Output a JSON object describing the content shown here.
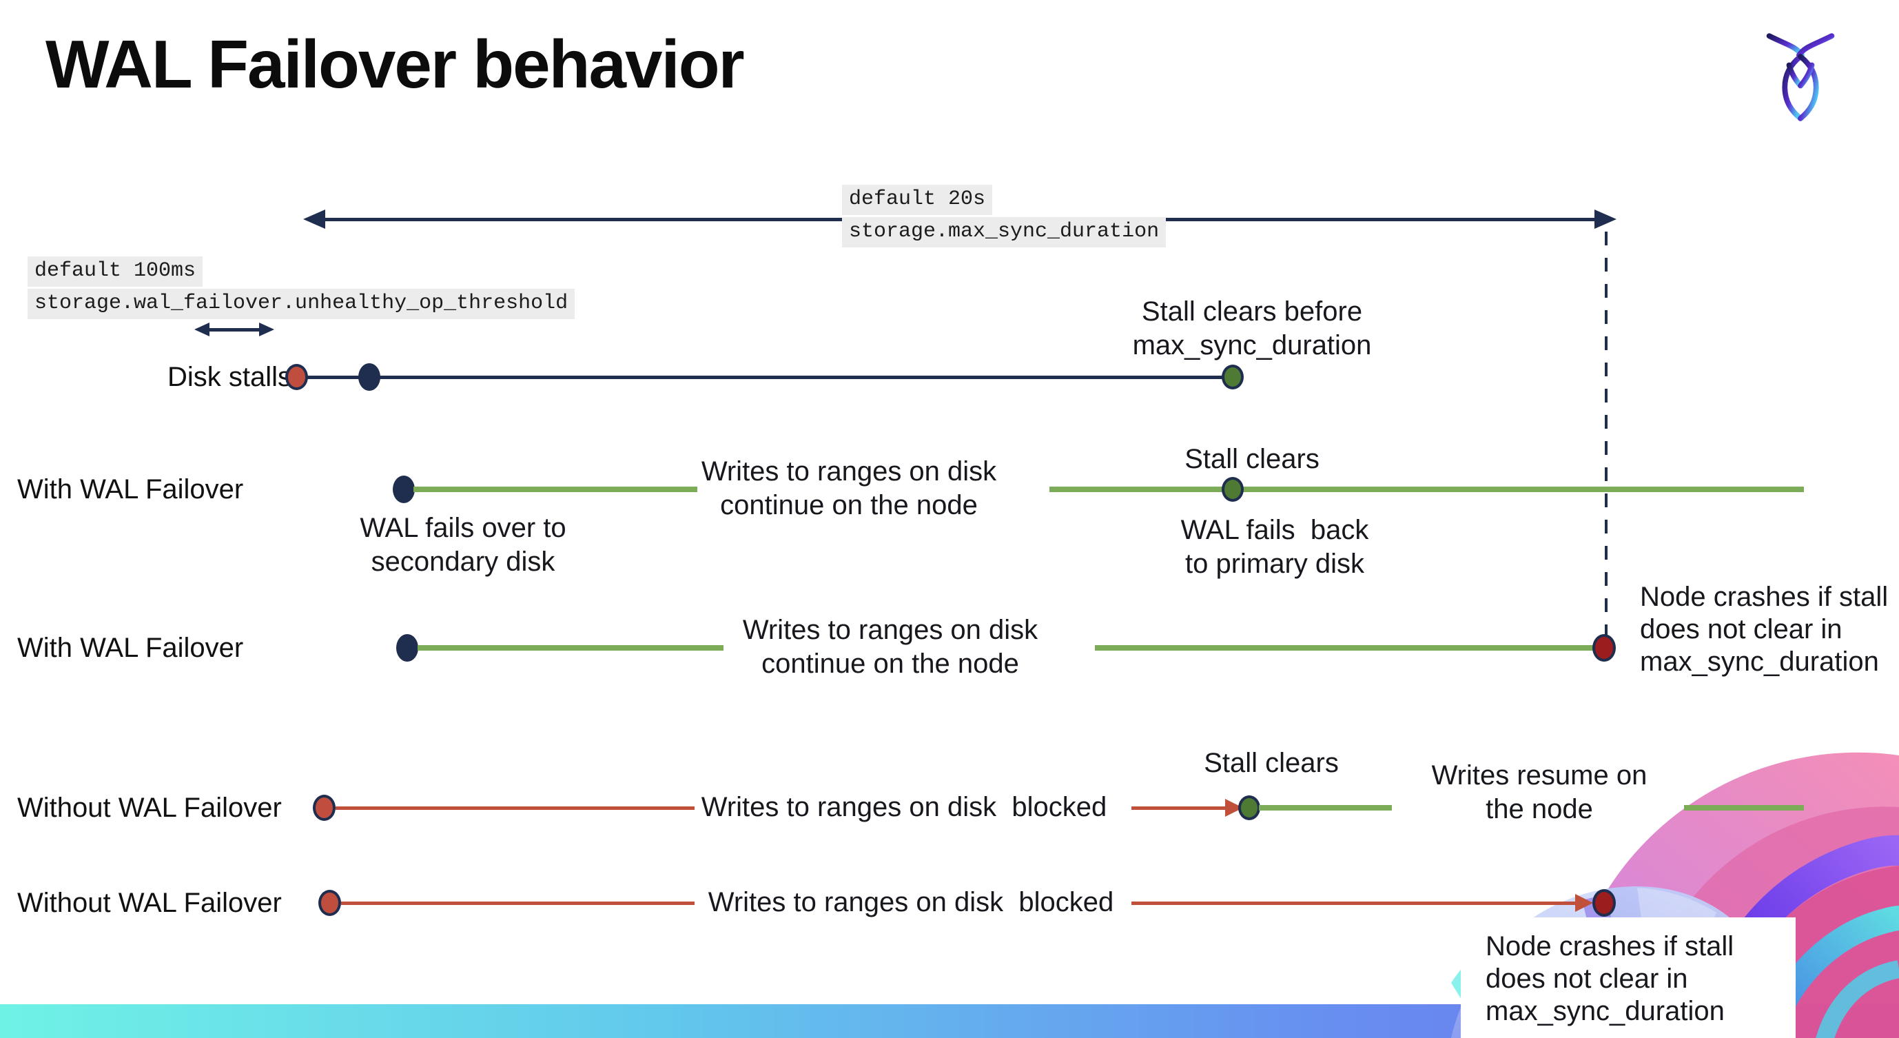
{
  "slide": {
    "title": "WAL Failover behavior"
  },
  "settings_callouts": {
    "max_sync_duration": {
      "default_label": "default 20s",
      "setting": "storage.max_sync_duration"
    },
    "unhealthy_op_threshold": {
      "default_label": "default 100ms",
      "setting": "storage.wal_failover.unhealthy_op_threshold"
    }
  },
  "rows": [
    {
      "label": "Disk stalls",
      "stall_note": "Stall clears before\nmax_sync_duration"
    },
    {
      "label": "With WAL Failover",
      "failover_note": "WAL fails over to\nsecondary disk",
      "writes_note": "Writes to ranges on disk\ncontinue on the node",
      "stall_note": "Stall clears",
      "failback_note": "WAL fails  back\nto primary disk"
    },
    {
      "label": "With WAL Failover",
      "writes_note": "Writes to ranges on disk\ncontinue on the node",
      "crash_note": "Node crashes if stall\ndoes not clear in\nmax_sync_duration"
    },
    {
      "label": "Without WAL Failover",
      "writes_note": "Writes to ranges on disk  blocked",
      "stall_note": "Stall clears",
      "resume_note": "Writes resume on\nthe node"
    },
    {
      "label": "Without WAL Failover",
      "writes_note": "Writes to ranges on disk  blocked",
      "crash_note": "Node crashes if stall\ndoes not clear in\nmax_sync_duration"
    }
  ],
  "icons": {
    "brand_logo": "cockroachdb-mark",
    "decoration": "cockroach-wing-art"
  },
  "colors": {
    "navy": "#1f2d4f",
    "green_line": "#7dac58",
    "green_dot": "#4e7a33",
    "red_line": "#c0503a",
    "red_dot": "#bf4e3e",
    "crash_dot": "#9b1d1d",
    "code_bg": "#ececec",
    "footer_gradient_start": "#6ff2e6",
    "footer_gradient_end": "#6d6cf0"
  }
}
